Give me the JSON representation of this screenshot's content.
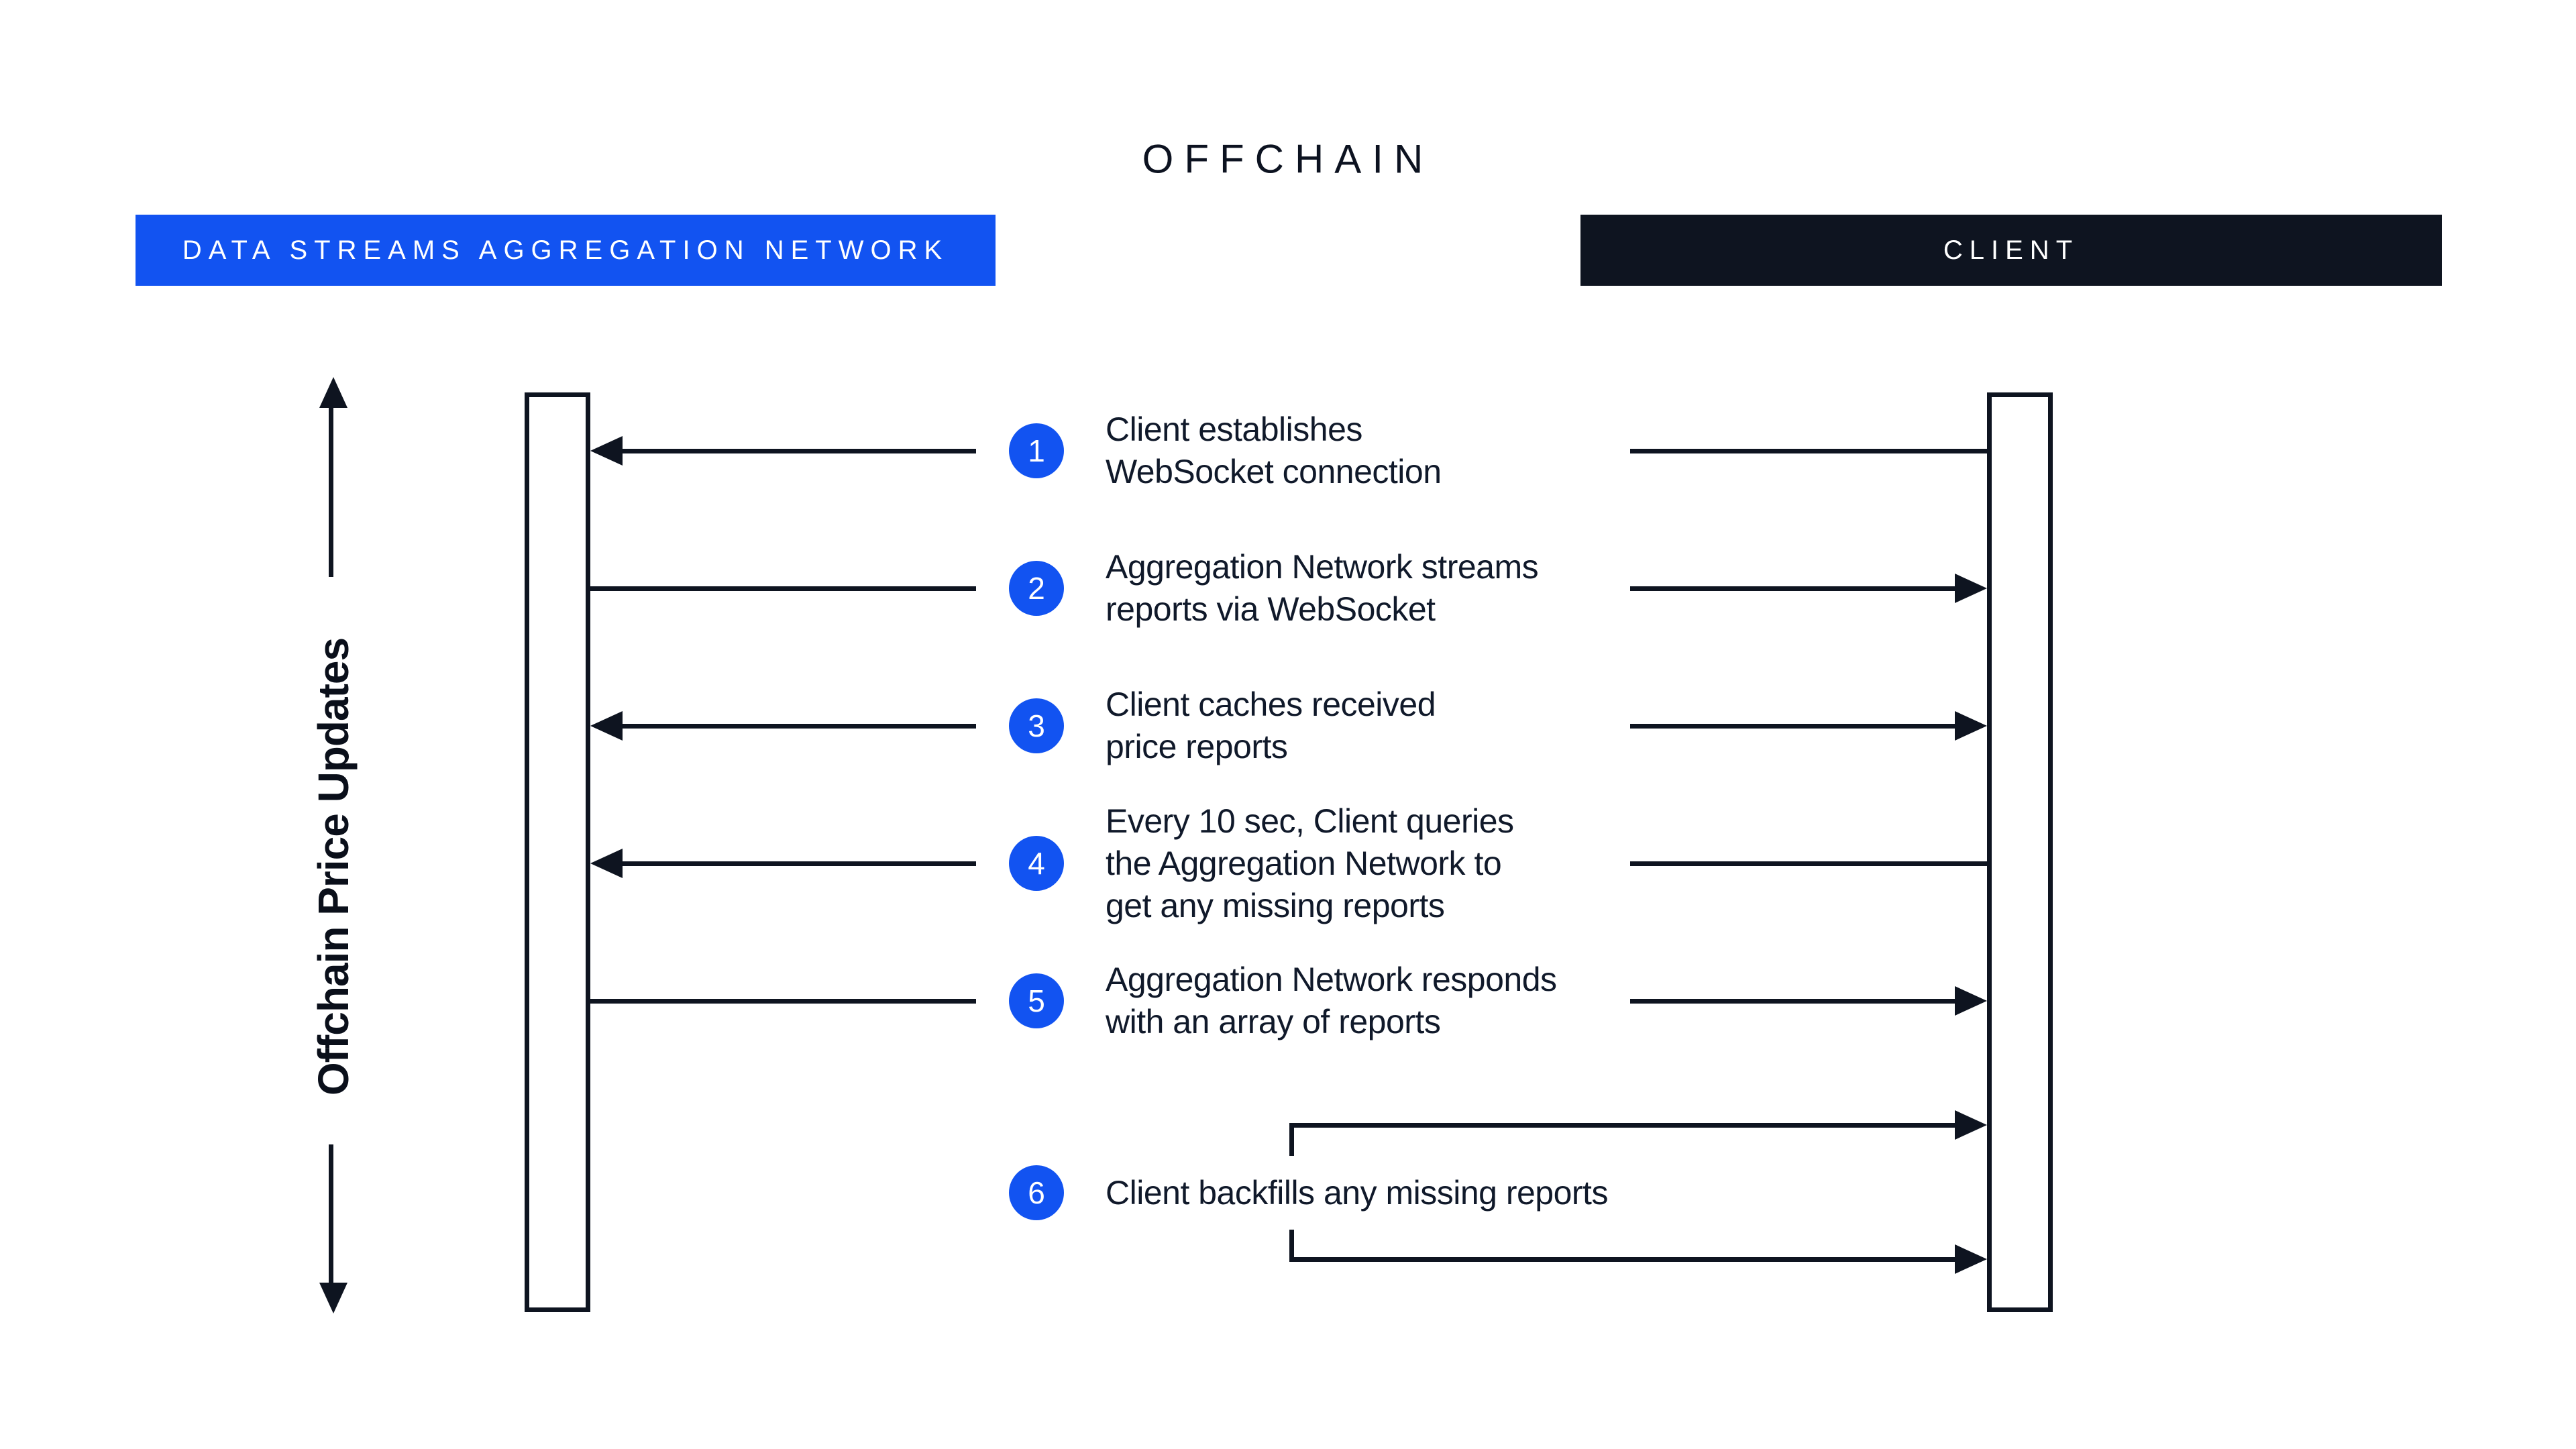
{
  "title": "OFFCHAIN",
  "actors": [
    {
      "id": "aggregation-network",
      "label": "DATA STREAMS AGGREGATION NETWORK"
    },
    {
      "id": "client",
      "label": "CLIENT"
    }
  ],
  "axis": {
    "label": "Offchain Price Updates"
  },
  "steps": [
    {
      "num": "1",
      "text": "Client establishes\nWebSocket connection"
    },
    {
      "num": "2",
      "text": "Aggregation Network streams\nreports via WebSocket"
    },
    {
      "num": "3",
      "text": "Client caches received\nprice reports"
    },
    {
      "num": "4",
      "text": "Every 10 sec, Client queries\nthe Aggregation Network to\nget any missing reports"
    },
    {
      "num": "5",
      "text": "Aggregation Network responds\nwith an array of reports"
    },
    {
      "num": "6",
      "text": "Client backfills any missing reports"
    }
  ],
  "colors": {
    "accent_blue": "#1253F1",
    "ink": "#0E1420",
    "background": "#FFFFFF"
  }
}
